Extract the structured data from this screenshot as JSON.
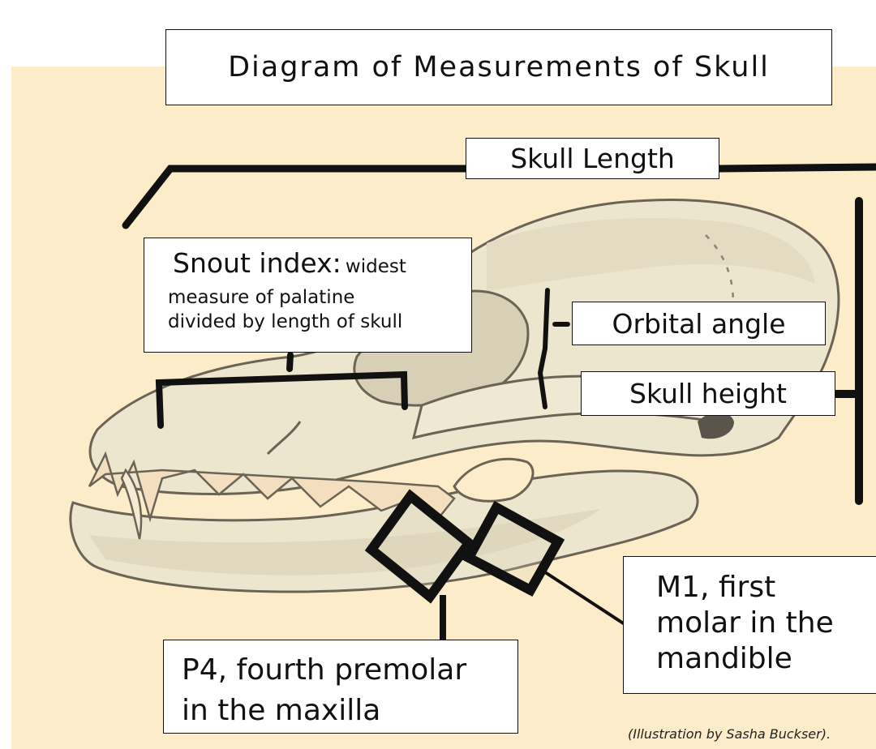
{
  "title": "Diagram of Measurements of Skull",
  "labels": {
    "skull_length": "Skull Length",
    "snout_index_term": "Snout index:",
    "snout_index_desc_1": "widest",
    "snout_index_desc_2": "measure of palatine",
    "snout_index_desc_3": "divided by length of skull",
    "orbital_angle": "Orbital angle",
    "skull_height": "Skull height",
    "m1_line1": "M1, first",
    "m1_line2": "molar in the",
    "m1_line3": "mandible",
    "p4_line1": "P4, fourth premolar",
    "p4_line2": "in the maxilla"
  },
  "credit": "(Illustration by Sasha Buckser).",
  "colors": {
    "background_panel": "#fcecc9",
    "skull_bone": "#ece6cf",
    "skull_shadow": "#d8d0b6",
    "outline": "#6b6456",
    "teeth": "#f3dfc0",
    "marker": "#111111"
  }
}
